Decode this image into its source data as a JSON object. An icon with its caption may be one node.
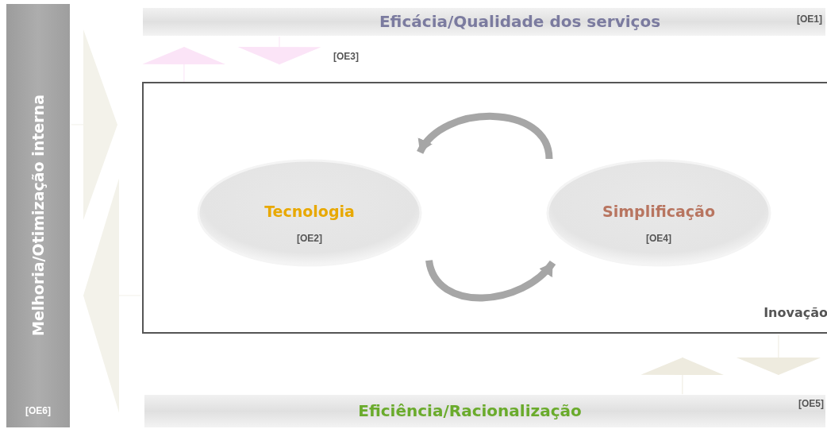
{
  "diagram": {
    "nodes": [
      {
        "text": [
          "Eficácia/Qualidade dos serviços",
          "[OE1]"
        ]
      },
      {
        "text": [
          "Melhoria/Otimização interna",
          "[OE6]"
        ]
      },
      {
        "text": [
          "Inovação"
        ]
      },
      {
        "text": [
          "Tecnologia",
          "[OE2]"
        ],
        "in": 2
      },
      {
        "text": [
          "Simplificação",
          "[OE4]"
        ],
        "in": 2
      },
      {
        "text": [
          "Eficiência/Racionalização",
          "[OE5]"
        ]
      }
    ],
    "edges": [
      {
        "from": 4,
        "to": 3,
        "arrow": "to",
        "style": "thick"
      },
      {
        "from": 3,
        "to": 4,
        "arrow": "to",
        "style": "thick"
      },
      {
        "from": 2,
        "to": 0,
        "arrow": "to",
        "color": "#fbe4f7"
      },
      {
        "from": 0,
        "to": 2,
        "arrow": "to",
        "color": "#fbe4f7"
      },
      {
        "from": 5,
        "to": 2,
        "arrow": "to",
        "color": "#eeebdf"
      },
      {
        "from": 2,
        "to": 5,
        "arrow": "to",
        "color": "#eeebdf"
      },
      {
        "from": 1,
        "to": 2,
        "arrow": "to",
        "color": "#f3f2ea"
      },
      {
        "from": 2,
        "to": 1,
        "arrow": "to",
        "color": "#f3f2ea"
      }
    ],
    "labels": [
      "[OE3]"
    ]
  }
}
